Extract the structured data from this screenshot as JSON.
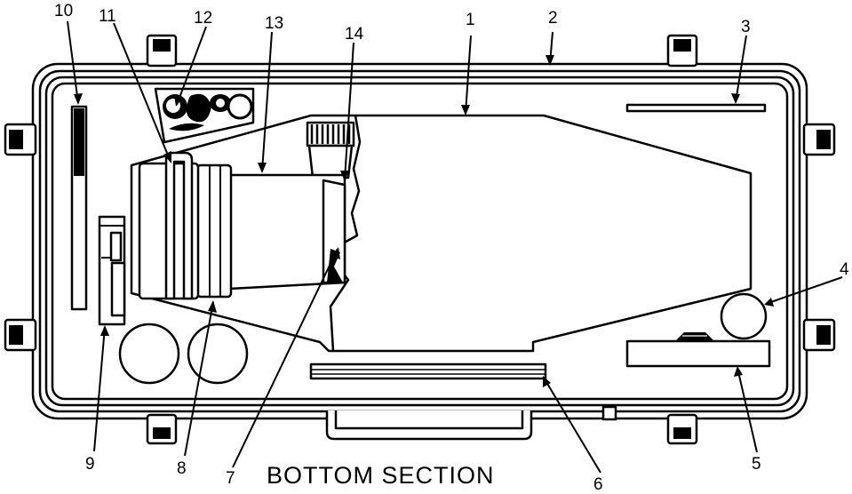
{
  "caption": "BOTTOM SECTION",
  "callouts": [
    {
      "id": "c1",
      "label": "1"
    },
    {
      "id": "c2",
      "label": "2"
    },
    {
      "id": "c3",
      "label": "3"
    },
    {
      "id": "c4",
      "label": "4"
    },
    {
      "id": "c5",
      "label": "5"
    },
    {
      "id": "c6",
      "label": "6"
    },
    {
      "id": "c7",
      "label": "7"
    },
    {
      "id": "c8",
      "label": "8"
    },
    {
      "id": "c9",
      "label": "9"
    },
    {
      "id": "c10",
      "label": "10"
    },
    {
      "id": "c11",
      "label": "11"
    },
    {
      "id": "c12",
      "label": "12"
    },
    {
      "id": "c13",
      "label": "13"
    },
    {
      "id": "c14",
      "label": "14"
    }
  ]
}
